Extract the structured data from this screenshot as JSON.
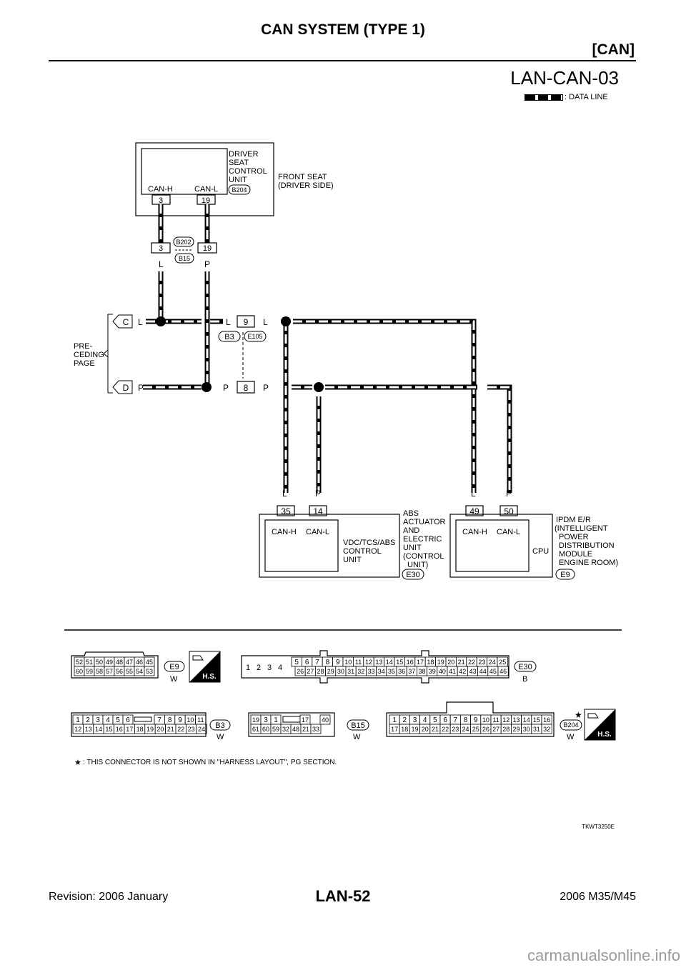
{
  "header": {
    "title": "CAN SYSTEM (TYPE 1)",
    "section": "[CAN]"
  },
  "diagram": {
    "id": "LAN-CAN-03",
    "legend": ": DATA LINE",
    "driver_seat": {
      "name": [
        "DRIVER",
        "SEAT",
        "CONTROL",
        "UNIT"
      ],
      "location": [
        "FRONT SEAT",
        "(DRIVER SIDE)"
      ],
      "connector": "B204",
      "pin_h_label": "CAN-H",
      "pin_l_label": "CAN-L",
      "pin_h": "3",
      "pin_l": "19"
    },
    "b202": {
      "connector_a": "B202",
      "connector_b": "B15",
      "pin_a": "3",
      "pin_b": "19",
      "color_a": "L",
      "color_b": "P"
    },
    "preceding": {
      "label": [
        "PRE-",
        "CEDING",
        "PAGE"
      ],
      "c": "C",
      "d": "D"
    },
    "wire_colors": {
      "l": "L",
      "p": "P"
    },
    "e105": {
      "connector_a": "B3",
      "connector_b": "E105",
      "pin_a": "9",
      "pin_b": "8"
    },
    "abs": {
      "pin_h": "35",
      "pin_l": "14",
      "pin_h_label": "CAN-H",
      "pin_l_label": "CAN-L",
      "unit": [
        "VDC/TCS/ABS",
        "CONTROL",
        "UNIT"
      ],
      "name": [
        "ABS",
        "ACTUATOR",
        "AND",
        "ELECTRIC",
        "UNIT",
        "(CONTROL",
        "UNIT)"
      ],
      "connector": "E30"
    },
    "ipdm": {
      "pin_h": "49",
      "pin_l": "50",
      "pin_h_label": "CAN-H",
      "pin_l_label": "CAN-L",
      "cpu": "CPU",
      "name": [
        "IPDM E/R",
        "(INTELLIGENT",
        "POWER",
        "DISTRIBUTION",
        "MODULE",
        "ENGINE ROOM)"
      ],
      "connector": "E9"
    },
    "connectors": {
      "e9": {
        "name": "E9",
        "color": "W",
        "row1": [
          "52",
          "51",
          "50",
          "49",
          "48",
          "47",
          "46",
          "45"
        ],
        "row2": [
          "60",
          "59",
          "58",
          "57",
          "56",
          "55",
          "54",
          "53"
        ]
      },
      "e30": {
        "name": "E30",
        "color": "B",
        "row1": [
          "1",
          "2",
          "3",
          "4",
          "5",
          "6",
          "7",
          "8",
          "9",
          "10",
          "11",
          "12",
          "13",
          "14",
          "15",
          "16",
          "17",
          "18",
          "19",
          "20",
          "21",
          "22",
          "23",
          "24",
          "25"
        ],
        "row2": [
          "26",
          "27",
          "28",
          "29",
          "30",
          "31",
          "32",
          "33",
          "34",
          "35",
          "36",
          "37",
          "38",
          "39",
          "40",
          "41",
          "42",
          "43",
          "44",
          "45",
          "46"
        ]
      },
      "b3": {
        "name": "B3",
        "color": "W",
        "row1": [
          "1",
          "2",
          "3",
          "4",
          "5",
          "6",
          "7",
          "8",
          "9",
          "10",
          "11"
        ],
        "row2": [
          "12",
          "13",
          "14",
          "15",
          "16",
          "17",
          "18",
          "19",
          "20",
          "21",
          "22",
          "23",
          "24"
        ]
      },
      "b15": {
        "name": "B15",
        "color": "W",
        "row1": [
          "19",
          "3",
          "1",
          "17",
          "40"
        ],
        "row2": [
          "61",
          "60",
          "59",
          "32",
          "48",
          "21",
          "33"
        ]
      },
      "b204": {
        "name": "B204",
        "color": "W",
        "row1": [
          "1",
          "2",
          "3",
          "4",
          "5",
          "6",
          "7",
          "8",
          "9",
          "10",
          "11",
          "12",
          "13",
          "14",
          "15",
          "16"
        ],
        "row2": [
          "17",
          "18",
          "19",
          "20",
          "21",
          "22",
          "23",
          "24",
          "25",
          "26",
          "27",
          "28",
          "29",
          "30",
          "31",
          "32"
        ]
      }
    },
    "hs": "H.S.",
    "note_star": "★",
    "note": ": THIS CONNECTOR IS NOT SHOWN IN \"HARNESS LAYOUT\", PG SECTION.",
    "code": "TKWT3250E"
  },
  "footer": {
    "revision": "Revision: 2006 January",
    "page": "LAN-52",
    "model": "2006 M35/M45"
  },
  "watermark": "carmanualsonline.info"
}
